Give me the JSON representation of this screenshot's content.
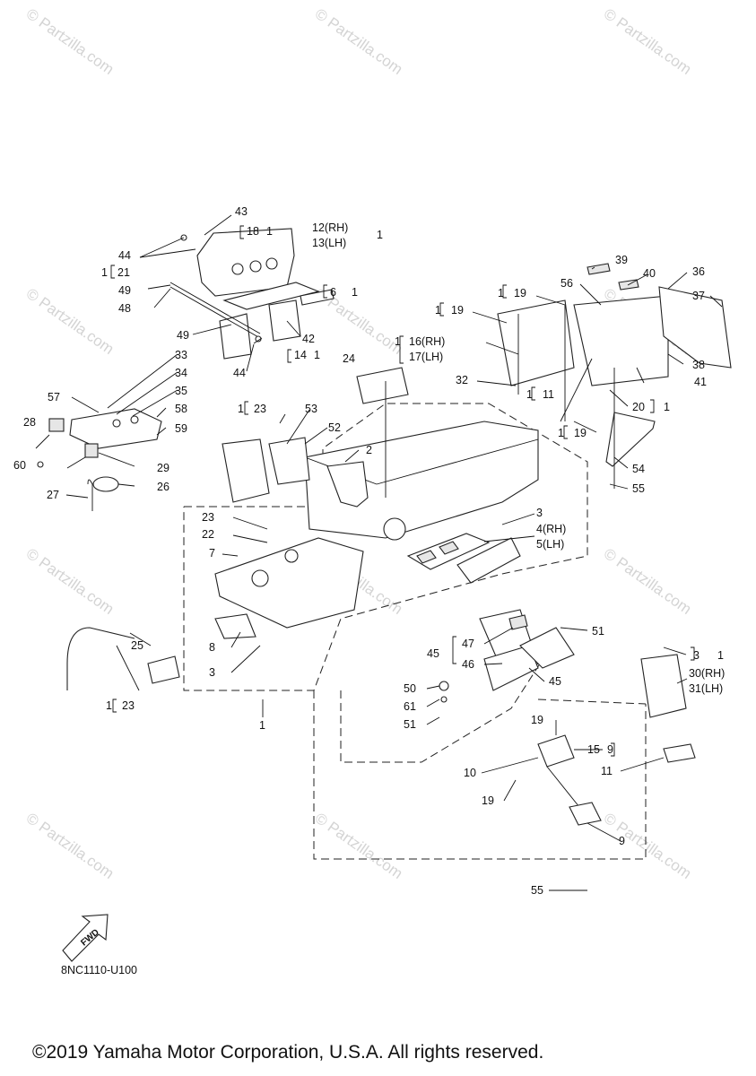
{
  "watermark": "© Partzilla.com",
  "diagram_code": "8NC1110-U100",
  "fwd_label": "FWD",
  "copyright": "©2019 Yamaha Motor Corporation, U.S.A. All rights reserved.",
  "labels": {
    "l43": "43",
    "l18": "18",
    "l18b": "1",
    "l12": "12(RH)",
    "l13": "13(LH)",
    "l12b": "1",
    "l44a": "44",
    "l21a": "1",
    "l21": "21",
    "l49a": "49",
    "l48": "48",
    "l6": "6",
    "l6b": "1",
    "l49b": "49",
    "l42": "42",
    "l14": "14",
    "l14b": "1",
    "l44b": "44",
    "l33": "33",
    "l34": "34",
    "l35": "35",
    "l57": "57",
    "l58": "58",
    "l59": "59",
    "l28": "28",
    "l60": "60",
    "l29": "29",
    "l27": "27",
    "l26": "26",
    "l24": "24",
    "l16a": "1",
    "l16": "16(RH)",
    "l17": "17(LH)",
    "l23a": "1",
    "l23": "23",
    "l53": "53",
    "l52": "52",
    "l2": "2",
    "l23b": "23",
    "l22": "22",
    "l7": "7",
    "l8": "8",
    "l3a": "3",
    "l25": "25",
    "l23c": "1",
    "l23d": "23",
    "l1": "1",
    "l3b": "3",
    "l4": "4(RH)",
    "l5": "5(LH)",
    "l39": "39",
    "l40": "40",
    "l36": "36",
    "l56": "56",
    "l37": "37",
    "l19a": "1",
    "l19": "19",
    "l19b": "1",
    "l19c": "19",
    "l32": "32",
    "l11a": "1",
    "l11": "11",
    "l38": "38",
    "l41": "41",
    "l20": "20",
    "l20b": "1",
    "l19d": "1",
    "l19e": "19",
    "l54": "54",
    "l55a": "55",
    "l51a": "51",
    "l47": "47",
    "l45a": "45",
    "l46": "46",
    "l45b": "45",
    "l3c": "3",
    "l3d": "1",
    "l30": "30(RH)",
    "l31": "31(LH)",
    "l50": "50",
    "l61": "61",
    "l51b": "51",
    "l19f": "19",
    "l15": "15",
    "l15b": "9",
    "l10": "10",
    "l11b": "11",
    "l19g": "19",
    "l9": "9",
    "l55b": "55"
  }
}
